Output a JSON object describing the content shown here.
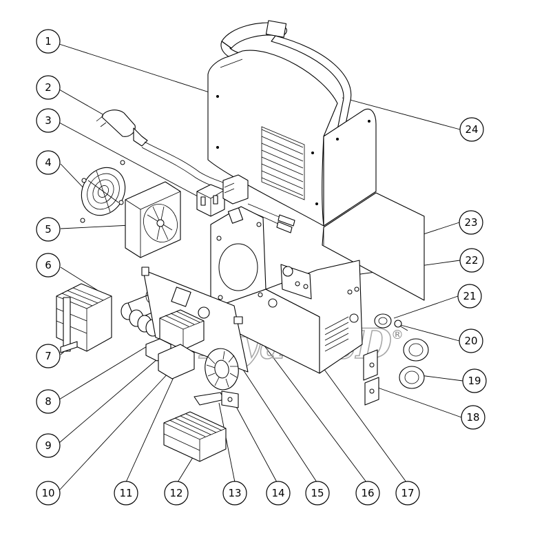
{
  "callouts": [
    {
      "label": "1"
    },
    {
      "label": "2"
    },
    {
      "label": "3"
    },
    {
      "label": "4"
    },
    {
      "label": "5"
    },
    {
      "label": "6"
    },
    {
      "label": "7"
    },
    {
      "label": "8"
    },
    {
      "label": "9"
    },
    {
      "label": "10"
    },
    {
      "label": "11"
    },
    {
      "label": "12"
    },
    {
      "label": "13"
    },
    {
      "label": "14"
    },
    {
      "label": "15"
    },
    {
      "label": "16"
    },
    {
      "label": "17"
    },
    {
      "label": "18"
    },
    {
      "label": "19"
    },
    {
      "label": "20"
    },
    {
      "label": "21"
    },
    {
      "label": "22"
    },
    {
      "label": "23"
    },
    {
      "label": "24"
    }
  ],
  "watermark": {
    "text": "DyadicD",
    "mark": "®"
  }
}
